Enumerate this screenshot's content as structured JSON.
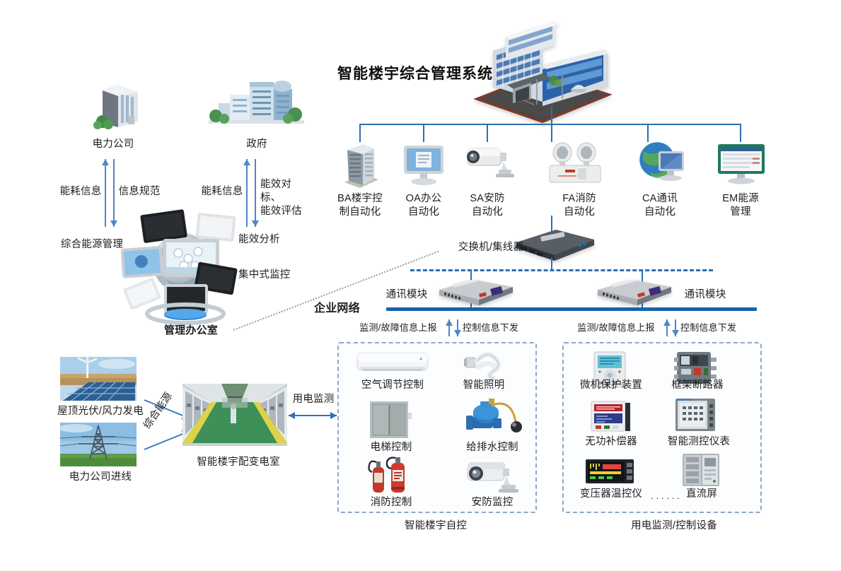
{
  "diagram": {
    "title": "智能楼宇综合管理系统",
    "subsystems": [
      {
        "id": "ba",
        "label": "BA楼宇控\n制自动化",
        "icon": "highrise-building-icon"
      },
      {
        "id": "oa",
        "label": "OA办公\n自动化",
        "icon": "desktop-monitor-icon"
      },
      {
        "id": "sa",
        "label": "SA安防\n自动化",
        "icon": "cctv-camera-icon"
      },
      {
        "id": "fa",
        "label": "FA消防\n自动化",
        "icon": "emergency-light-icon"
      },
      {
        "id": "ca",
        "label": "CA通讯\n自动化",
        "icon": "globe-monitor-icon"
      },
      {
        "id": "em",
        "label": "EM能源\n管理",
        "icon": "green-screen-monitor-icon"
      }
    ],
    "external": {
      "power_company": "电力公司",
      "government": "政府",
      "flow_power_up": "能耗信息",
      "flow_power_down": "信息规范",
      "flow_gov_up": "能耗信息",
      "flow_gov_down": "能效对标、\n能效评估",
      "office_left_note": "综合能源管理",
      "office_right_note": "能效分析\n\n集中式监控",
      "office_caption": "管理办公室"
    },
    "network": {
      "switch_label": "交换机/集线器",
      "comm_module_left": "通讯模块",
      "comm_module_right": "通讯模块",
      "enterprise_network": "企业网络",
      "uplink_left": "监测/故障信息上报",
      "downlink_left": "控制信息下发",
      "uplink_right": "监测/故障信息上报",
      "downlink_right": "控制信息下发"
    },
    "energy": {
      "renewable": "屋顶光伏/风力发电",
      "grid_feed": "电力公司进线",
      "combined_energy": "综合能源",
      "substation": "智能楼宇配变电室",
      "monitoring_arrow": "用电监测"
    },
    "building_automation": {
      "caption": "智能楼宇自控",
      "items": [
        {
          "label": "空气调节控制",
          "icon": "air-conditioner-icon"
        },
        {
          "label": "智能照明",
          "icon": "cfl-bulb-icon"
        },
        {
          "label": "电梯控制",
          "icon": "elevator-door-icon"
        },
        {
          "label": "给排水控制",
          "icon": "water-valve-icon"
        },
        {
          "label": "消防控制",
          "icon": "fire-extinguisher-icon"
        },
        {
          "label": "安防监控",
          "icon": "security-camera-icon"
        }
      ]
    },
    "power_monitoring": {
      "caption": "用电监测/控制设备",
      "ellipsis": "······",
      "items": [
        {
          "label": "微机保护装置",
          "icon": "protection-relay-icon"
        },
        {
          "label": "框架断路器",
          "icon": "air-circuit-breaker-icon"
        },
        {
          "label": "无功补偿器",
          "icon": "reactive-compensator-icon"
        },
        {
          "label": "智能测控仪表",
          "icon": "smart-meter-icon"
        },
        {
          "label": "变压器温控仪",
          "icon": "transformer-temp-controller-icon"
        },
        {
          "label": "直流屏",
          "icon": "dc-power-cabinet-icon"
        }
      ]
    },
    "colors": {
      "line_blue": "#2c6fb5",
      "bar_blue": "#1763ac",
      "arrow_blue": "#4e86c6",
      "box_border": "#8fa7c4",
      "text": "#1e1e1e"
    }
  }
}
